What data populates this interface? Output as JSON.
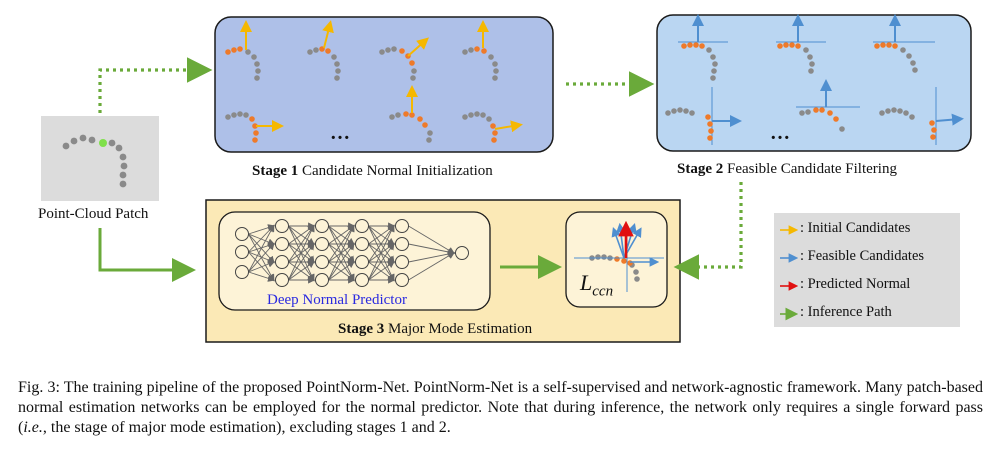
{
  "input": {
    "label": "Point-Cloud Patch"
  },
  "stage1": {
    "num": "Stage 1",
    "title": "Candidate Normal Initialization",
    "ellipsis": "…"
  },
  "stage2": {
    "num": "Stage 2",
    "title": "Feasible Candidate Filtering",
    "ellipsis": "…"
  },
  "stage3": {
    "num": "Stage 3",
    "title": "Major Mode Estimation",
    "predictor": "Deep Normal Predictor",
    "loss_main": "L",
    "loss_sub": "ccn"
  },
  "legend": {
    "items": [
      {
        "text": ": Initial Candidates",
        "color": "#f5b800"
      },
      {
        "text": ": Feasible Candidates",
        "color": "#4f8fd0"
      },
      {
        "text": ": Predicted Normal",
        "color": "#e01010"
      },
      {
        "text": ": Inference Path",
        "color": "#6aaa3a"
      }
    ]
  },
  "caption": {
    "lead": "Fig. 3: The training pipeline of the proposed PointNorm-Net. PointNorm-Net is a self-supervised and network-agnostic framework. Many patch-based normal estimation networks can be employed for the normal predictor. Note that during inference, the network only requires a single forward pass (",
    "ie": "i.e.",
    "tail": ", the stage of major mode estimation), excluding stages 1 and 2."
  },
  "colors": {
    "green": "#6aaa3a",
    "orange": "#ee7a2a",
    "gray_point": "#8a8a8a",
    "yellow": "#f5b800",
    "blue": "#4f8fd0"
  }
}
